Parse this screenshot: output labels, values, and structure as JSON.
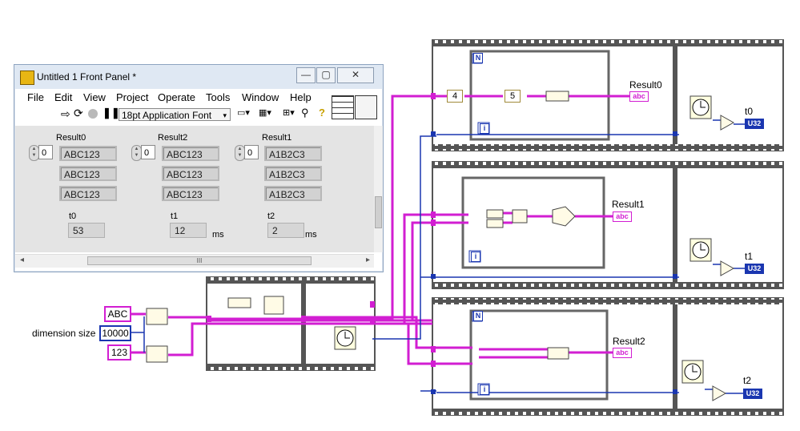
{
  "front_panel": {
    "title": "Untitled 1 Front Panel *",
    "window_buttons": {
      "minimize": "—",
      "maximize": "▢",
      "close": "✕"
    },
    "menu": [
      "File",
      "Edit",
      "View",
      "Project",
      "Operate",
      "Tools",
      "Window",
      "Help"
    ],
    "toolbar": {
      "font": "18pt Application Font"
    },
    "arrays": [
      {
        "label": "Result0",
        "index": "0",
        "values": [
          "ABC123",
          "ABC123",
          "ABC123"
        ]
      },
      {
        "label": "Result2",
        "index": "0",
        "values": [
          "ABC123",
          "ABC123",
          "ABC123"
        ]
      },
      {
        "label": "Result1",
        "index": "0",
        "values": [
          "A1B2C3",
          "A1B2C3",
          "A1B2C3"
        ]
      }
    ],
    "timers": [
      {
        "label": "t0",
        "value": "53",
        "unit": ""
      },
      {
        "label": "t1",
        "value": "12",
        "unit": "ms"
      },
      {
        "label": "t2",
        "value": "2",
        "unit": "ms"
      }
    ],
    "scroll_grip": "III"
  },
  "block_diagram": {
    "inputs": {
      "str1": "ABC",
      "dimension_label": "dimension size",
      "dimension_value": "10000",
      "str2": "123"
    },
    "frame0": {
      "const_4": "4",
      "const_5": "5",
      "loop_n": "N",
      "loop_i": "i",
      "indicator_label": "Result0",
      "indicator_type": "abc",
      "timer_label": "t0",
      "timer_type": "U32"
    },
    "frame1": {
      "loop_i": "i",
      "indicator_label": "Result1",
      "indicator_type": "abc",
      "timer_label": "t1",
      "timer_type": "U32"
    },
    "frame2": {
      "loop_n": "N",
      "loop_i": "i",
      "indicator_label": "Result2",
      "indicator_type": "abc",
      "timer_label": "t2",
      "timer_type": "U32"
    }
  },
  "colors": {
    "string_wire": "#d21ed2",
    "numeric_wire": "#1a36b0",
    "frame_border": "#555555"
  }
}
